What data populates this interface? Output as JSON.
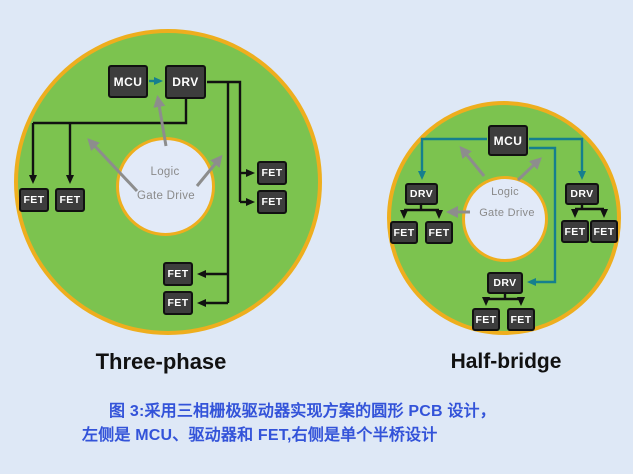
{
  "colors": {
    "bg": "#dee8f6",
    "green": "#7cc34f",
    "ring": "#eeae1e",
    "hole_fill": "#e2eaf8",
    "chip_fill": "#3d3d3d",
    "chip_border": "#111111",
    "chip_text": "#ffffff",
    "wire_black": "#111111",
    "wire_teal": "#157f8e",
    "arrow_gray": "#8d8d8d",
    "label_gray": "#8a8a8a",
    "title_black": "#111111",
    "caption_blue": "#3353d9"
  },
  "labels": {
    "mcu": "MCU",
    "drv": "DRV",
    "fet": "FET",
    "logic": "Logic",
    "gate_drive": "Gate Drive"
  },
  "left_diagram": {
    "title": "Three-phase"
  },
  "right_diagram": {
    "title": "Half-bridge"
  },
  "caption": {
    "line1": "图 3:采用三相栅极驱动器实现方案的圆形 PCB 设计，",
    "line2": "左侧是 MCU、驱动器和 FET,右侧是单个半桥设计"
  }
}
